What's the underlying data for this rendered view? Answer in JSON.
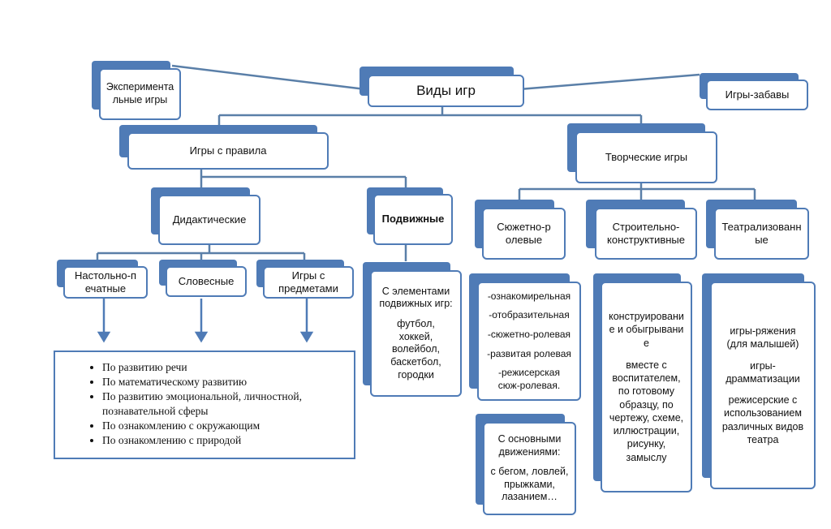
{
  "nodes": {
    "root": "Виды игр",
    "experimental": "Экспериментальные игры",
    "fun": "Игры-забавы",
    "rules": "Игры с правила",
    "creative": "Творческие игры",
    "didactic": "Дидактические",
    "mobile": "Подвижные",
    "plot": "Сюжетно-ролевые",
    "construct": "Строительно-конструктивные",
    "theatre": "Театрализованные",
    "board": "Настольно-печатные",
    "verbal": "Словесные",
    "objects": "Игры с предметами"
  },
  "mobile_detail": {
    "heading": "С элементами подвижных игр:",
    "items": "футбол, хоккей, волейбол, баскетбол, городки"
  },
  "plot_list": [
    "-ознакомирельная",
    "-отобразительная",
    "-сюжетно-ролевая",
    "-развитая ролевая",
    "-режисерская сюж-ролевая."
  ],
  "movements": {
    "heading": "С основными движениями:",
    "items": "с бегом, ловлей, прыжками, лазанием…"
  },
  "construct_detail": {
    "heading": "конструирование и обыгрывание",
    "body": "вместе с воспитателем, по готовому образцу, по чертежу, схеме, иллюстрации, рисунку, замыслу"
  },
  "theatre_detail": [
    "игры-ряжения (для малышей)",
    "игры-драмматизации",
    "режисерские с использованием различных видов театра"
  ],
  "didactic_list": [
    "По развитию речи",
    "По математическому развитию",
    "По развитию эмоциональной, личностной, познавательной сферы",
    "По ознакомлению с окружающим",
    "По ознакомлению с природой"
  ],
  "colors": {
    "accent": "#4f7bb6",
    "line": "#5a7fa8"
  }
}
